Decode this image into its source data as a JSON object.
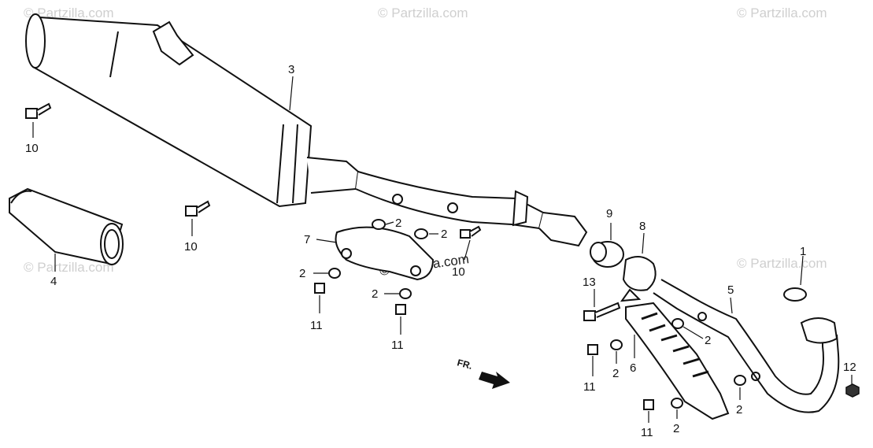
{
  "watermark": "© Partzilla.com",
  "front_indicator": "FR.",
  "callouts": {
    "c1": "1",
    "c2a": "2",
    "c2b": "2",
    "c2c": "2",
    "c2d": "2",
    "c2e": "2",
    "c2f": "2",
    "c2g": "2",
    "c2h": "2",
    "c3": "3",
    "c4": "4",
    "c5": "5",
    "c6": "6",
    "c7": "7",
    "c8": "8",
    "c9": "9",
    "c10a": "10",
    "c10b": "10",
    "c10c": "10",
    "c11a": "11",
    "c11b": "11",
    "c11c": "11",
    "c11d": "11",
    "c12": "12",
    "c13": "13"
  }
}
